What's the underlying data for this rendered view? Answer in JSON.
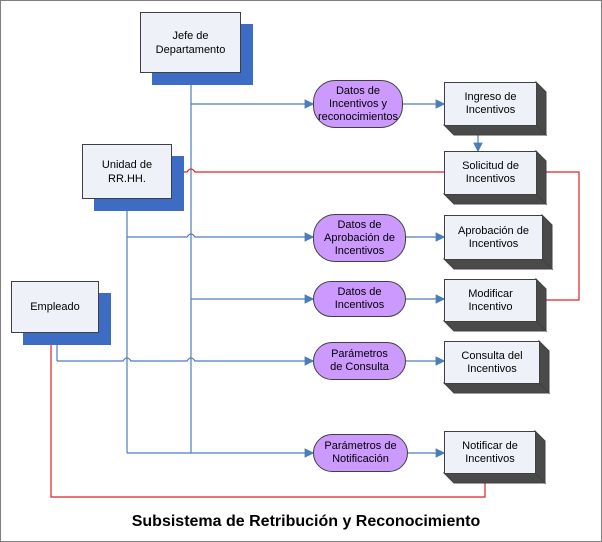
{
  "title": "Subsistema de Retribución y Reconocimiento",
  "actors": {
    "jefe": "Jefe de Departamento",
    "rrhh": "Unidad de RR.HH.",
    "empleado": "Empleado"
  },
  "data_flows": {
    "datos_incentivos_reconocimientos": "Datos de Incentivos y reconocimientos",
    "datos_aprobacion": "Datos de Aprobación de Incentivos",
    "datos_incentivos": "Datos de Incentivos",
    "parametros_consulta": "Parámetros de Consulta",
    "parametros_notificacion": "Parámetros de Notificación"
  },
  "processes": {
    "ingreso": "Ingreso de Incentivos",
    "solicitud": "Solicitud de Incentivos",
    "aprobacion": "Aprobación de Incentivos",
    "modificar": "Modificar Incentivo",
    "consulta": "Consulta del Incentivos",
    "notificar": "Notificar de Incentivos"
  },
  "colors": {
    "flow_line": "#4a7ebb",
    "return_line": "#e02020",
    "pill_fill": "#cc99ff",
    "box_fill": "#eef1f7",
    "shadow": "#3c6cc4"
  }
}
